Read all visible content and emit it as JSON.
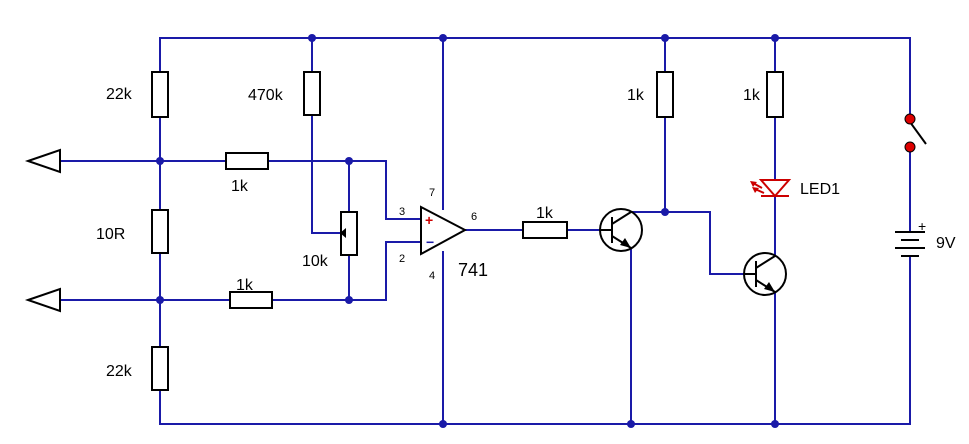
{
  "labels": {
    "r_top_left": "22k",
    "r_470k": "470k",
    "r_mid": "10R",
    "r_bottom_left": "22k",
    "r_in_top": "1k",
    "r_in_bottom": "1k",
    "pot": "10k",
    "r_out": "1k",
    "r_col1": "1k",
    "r_led": "1k",
    "led": "LED1",
    "battery": "9V",
    "opamp": "741",
    "pin3": "3",
    "pin2": "2",
    "pin7": "7",
    "pin4": "4",
    "pin6": "6",
    "plus_sign": "+",
    "minus_sign": "−",
    "battery_plus": "+"
  },
  "colors": {
    "wire": "#1a1aa8",
    "component": "#000000",
    "led_red": "#cc0000",
    "switch_contact": "#dd0000",
    "opamp_plus": "#cc0000",
    "opamp_minus": "#1a1aa8"
  }
}
